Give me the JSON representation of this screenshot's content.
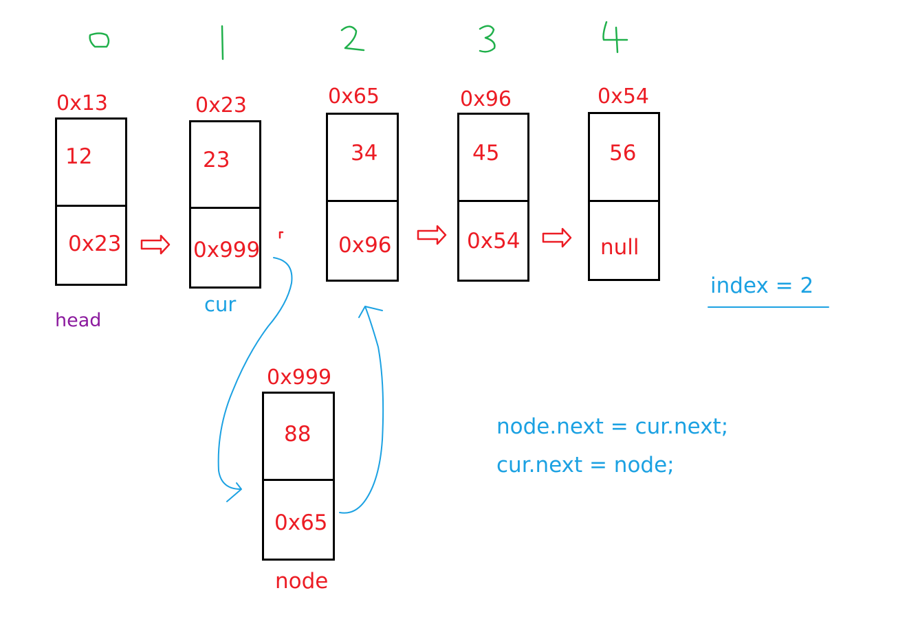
{
  "indices": [
    "0",
    "1",
    "2",
    "3",
    "4"
  ],
  "nodes": [
    {
      "address": "0x13",
      "value": "12",
      "next": "0x23"
    },
    {
      "address": "0x23",
      "value": "23",
      "next": "0x999"
    },
    {
      "address": "0x65",
      "value": "34",
      "next": "0x96"
    },
    {
      "address": "0x96",
      "value": "45",
      "next": "0x54"
    },
    {
      "address": "0x54",
      "value": "56",
      "next": "null"
    }
  ],
  "new_node": {
    "address": "0x999",
    "value": "88",
    "next": "0x65"
  },
  "labels": {
    "head": "head",
    "cur": "cur",
    "node": "node"
  },
  "index_note": "index = 2",
  "code": [
    "node.next = cur.next;",
    "cur.next = node;"
  ],
  "colors": {
    "index_digits": "#20b04b",
    "addresses": "#ec1c24",
    "annotations": "#1ba1e2",
    "head_label": "#8b1a9e",
    "box_border": "#000000"
  }
}
